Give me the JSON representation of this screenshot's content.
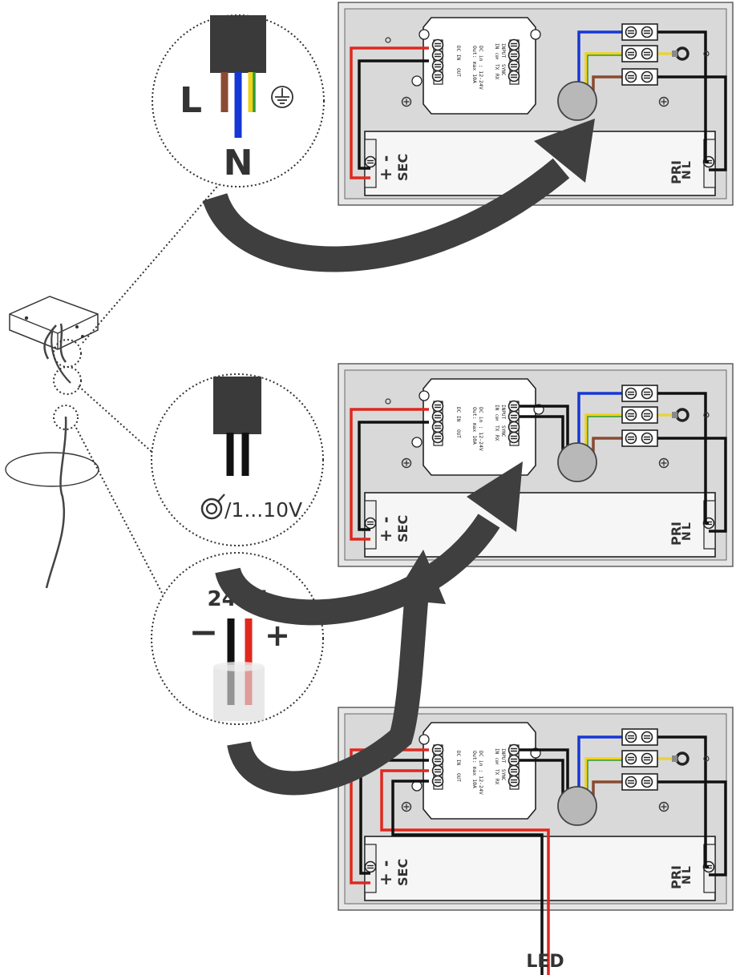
{
  "colors": {
    "panel_outer": "#e4e4e4",
    "panel_inner": "#d9d9d9",
    "arrow": "#3f3f3f",
    "wire_live": "#8b4a32",
    "wire_neutral": "#1537d6",
    "wire_earth_green": "#2e9a3a",
    "wire_earth_yellow": "#f2d21a",
    "wire_black": "#111111",
    "wire_red": "#e0281e",
    "cable_jacket": "#3a3a3a"
  },
  "callouts": {
    "mains": {
      "live": "L",
      "neutral": "N",
      "earth_icon": "protective-earth-icon"
    },
    "dimming": {
      "signal": "/1...10V",
      "dim_icon": "dimmer-icon"
    },
    "dc_output": {
      "voltage": "24Vd",
      "minus": "−",
      "plus": "+"
    }
  },
  "panels": [
    {
      "module_line1": "DC in : 12-24V",
      "module_line2": "Out: max 10A",
      "module_top_row": [
        "IN",
        "COM",
        "TX",
        "RX"
      ],
      "module_bottom_row": [
        "INPUT",
        "SYNC"
      ],
      "module_left_row": [
        "DC IN",
        "OUT"
      ],
      "sec_label": "SEC",
      "sec_plus": "+",
      "sec_minus": "-",
      "pri_label": "PRI",
      "pri_l": "L",
      "pri_n": "N"
    },
    {
      "module_line1": "DC in : 12-24V",
      "module_line2": "Out: max 10A",
      "module_top_row": [
        "IN",
        "COM",
        "TX",
        "RX"
      ],
      "module_bottom_row": [
        "INPUT",
        "SYNC"
      ],
      "module_left_row": [
        "DC IN",
        "OUT"
      ],
      "sec_label": "SEC",
      "sec_plus": "+",
      "sec_minus": "-",
      "pri_label": "PRI",
      "pri_l": "L",
      "pri_n": "N"
    },
    {
      "module_line1": "DC in : 12-24V",
      "module_line2": "Out: max 10A",
      "module_top_row": [
        "IN",
        "COM",
        "TX",
        "RX"
      ],
      "module_bottom_row": [
        "INPUT",
        "SYNC"
      ],
      "module_left_row": [
        "DC IN",
        "OUT"
      ],
      "sec_label": "SEC",
      "sec_plus": "+",
      "sec_minus": "-",
      "pri_label": "PRI",
      "pri_l": "L",
      "pri_n": "N"
    }
  ],
  "led_label": "LED"
}
